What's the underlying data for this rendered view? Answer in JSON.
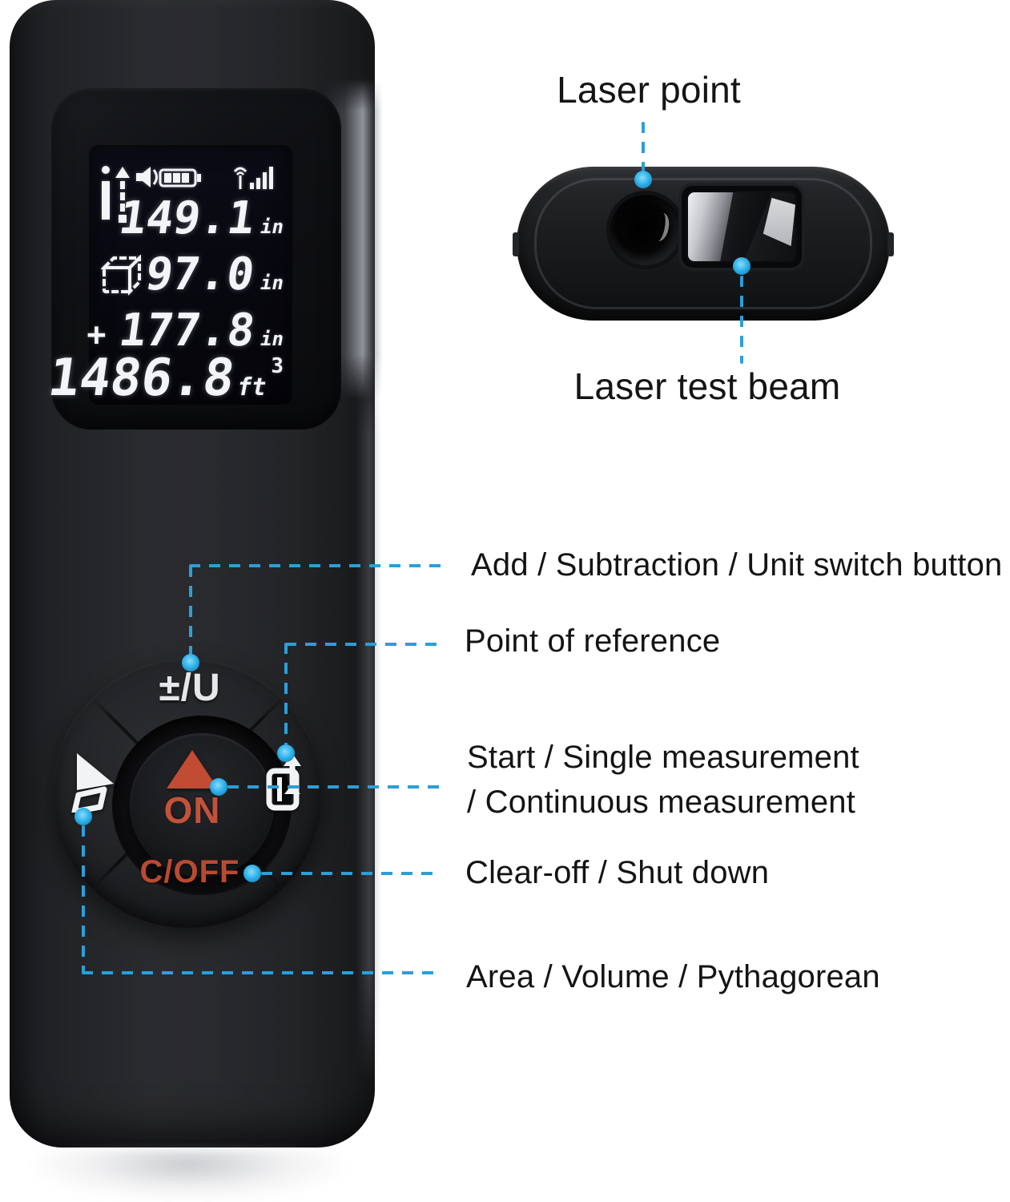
{
  "colors": {
    "accent_blue": "#2B9FD8",
    "dot_blue": "#2FB4EC",
    "button_red": "#C14B33",
    "lcd_digit": "#F2F4F8",
    "label_text": "#141414"
  },
  "lcd": {
    "status_icons": {
      "left": "measure-reference-icon",
      "sound": "speaker-icon",
      "battery": "battery-icon",
      "signal": "signal-strength-icon"
    },
    "rows": [
      {
        "value": "149.1",
        "unit": "in"
      },
      {
        "value": "97.0",
        "unit": "in",
        "icon": "cube-icon"
      },
      {
        "prefix": "+",
        "value": "177.8",
        "unit": "in"
      },
      {
        "value": "1486.8",
        "unit": "ft",
        "exponent": "3"
      }
    ]
  },
  "keypad": {
    "top_button_label": "±/U",
    "center_button_label": "ON",
    "bottom_button_label": "C/OFF",
    "left_icon": "area-volume-pythagorean-icon",
    "right_icon": "reference-point-icon"
  },
  "annotations": {
    "laser_point": "Laser point",
    "laser_test_beam": "Laser test beam",
    "add_subtraction": "Add / Subtraction / Unit switch button",
    "point_of_reference": "Point of reference",
    "start_measurement_line1": "Start / Single measurement",
    "start_measurement_line2": "/ Continuous measurement",
    "clear_off": "Clear-off / Shut down",
    "area_volume": "Area / Volume / Pythagorean"
  }
}
